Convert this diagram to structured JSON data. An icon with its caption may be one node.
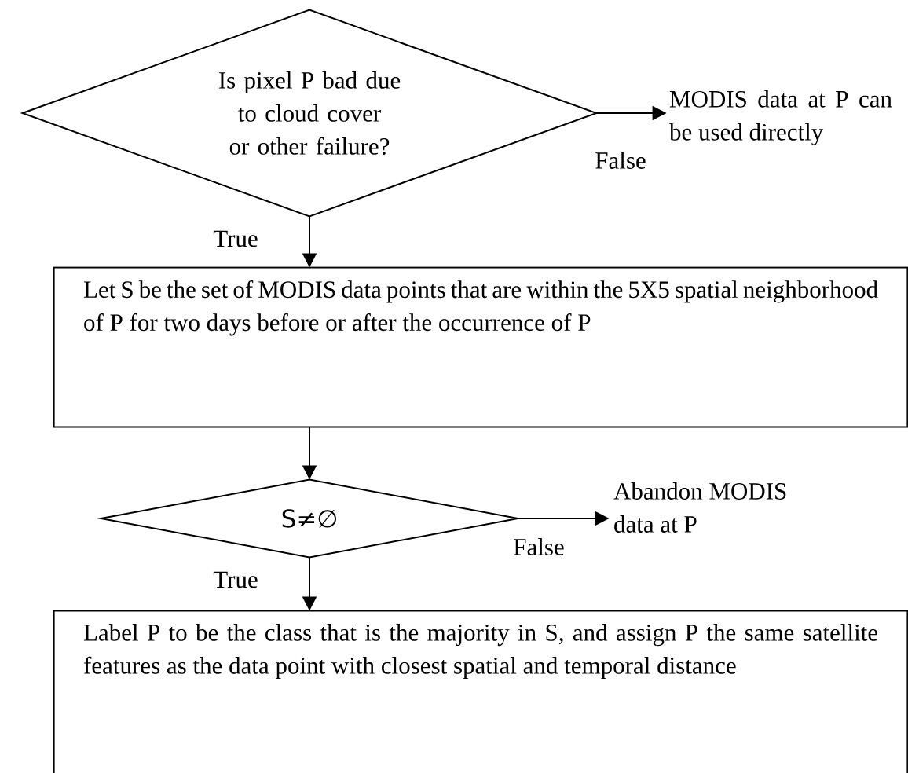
{
  "diagram": {
    "nodes": [
      {
        "text": [
          "Is pixel P bad due to cloud cover or other failure?"
        ]
      },
      {
        "text": [
          "MODIS data at P can be used directly"
        ]
      },
      {
        "text": [
          "Let S be the set of MODIS data points that are within the 5X5 spatial neighborhood of P for two days before or after the occurrence of P"
        ]
      },
      {
        "text": [
          "S≠∅"
        ]
      },
      {
        "text": [
          "Abandon MODIS data at P"
        ]
      },
      {
        "text": [
          "Label P to be the class that is the majority in S, and assign P the same satellite features as the data point with closest spatial and temporal distance"
        ]
      }
    ],
    "edges": [
      {
        "from": 0,
        "to": 1,
        "arrow": "to",
        "label": "False"
      },
      {
        "from": 0,
        "to": 2,
        "arrow": "to",
        "label": "True"
      },
      {
        "from": 2,
        "to": 3,
        "arrow": "to"
      },
      {
        "from": 3,
        "to": 4,
        "arrow": "to",
        "label": "False"
      },
      {
        "from": 3,
        "to": 5,
        "arrow": "to",
        "label": "True"
      }
    ]
  }
}
